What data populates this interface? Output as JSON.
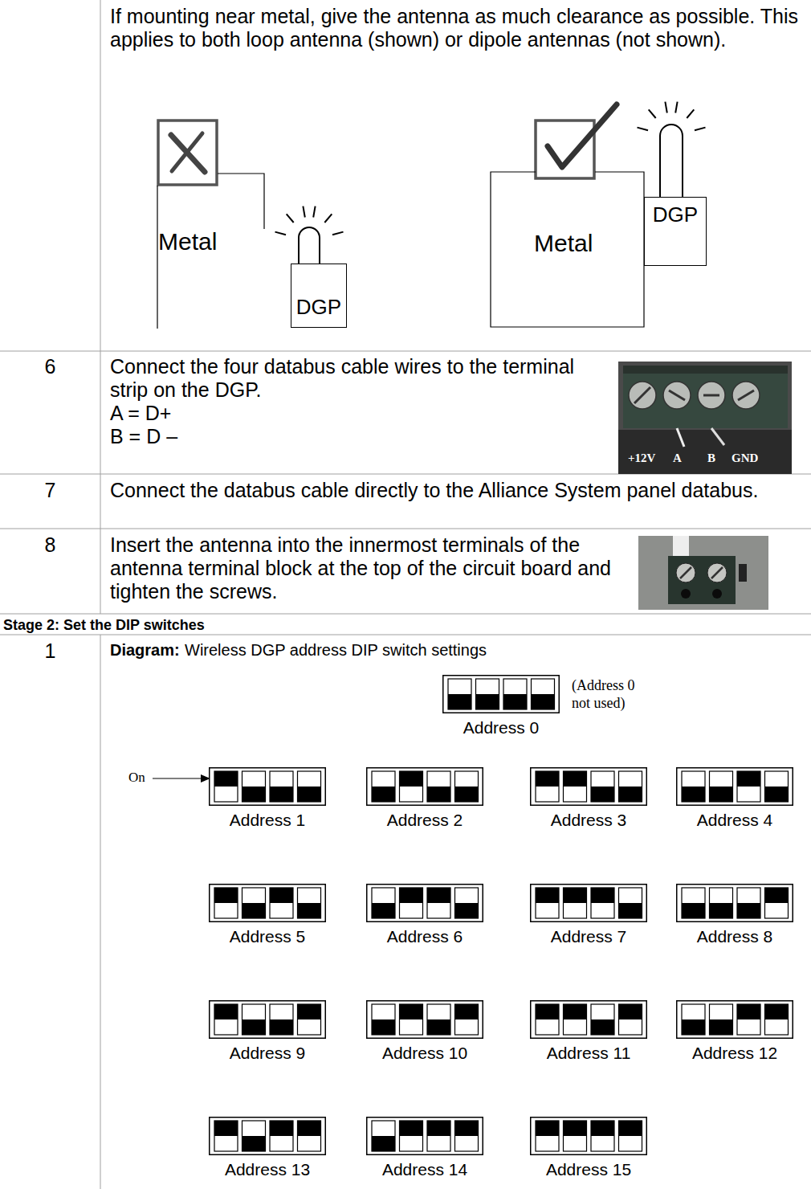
{
  "diagram": {
    "nodes": [
      {
        "text": [
          "Metal"
        ]
      },
      {
        "text": [
          "DGP"
        ]
      },
      {
        "text": [
          "Metal"
        ]
      },
      {
        "text": [
          "DGP"
        ]
      },
      {
        "text": [
          "Address 0"
        ]
      },
      {
        "text": [
          "Address 1"
        ]
      },
      {
        "text": [
          "Address 2"
        ]
      },
      {
        "text": [
          "Address 3"
        ]
      },
      {
        "text": [
          "Address 4"
        ]
      },
      {
        "text": [
          "Address 5"
        ]
      },
      {
        "text": [
          "Address 6"
        ]
      },
      {
        "text": [
          "Address 7"
        ]
      },
      {
        "text": [
          "Address 8"
        ]
      },
      {
        "text": [
          "Address 9"
        ]
      },
      {
        "text": [
          "Address 10"
        ]
      },
      {
        "text": [
          "Address 11"
        ]
      },
      {
        "text": [
          "Address 12"
        ]
      },
      {
        "text": [
          "Address 13"
        ]
      },
      {
        "text": [
          "Address 14"
        ]
      },
      {
        "text": [
          "Address 15"
        ]
      }
    ],
    "labels": [
      "If mounting near metal, give the antenna as much clearance as possible. This applies to both loop antenna (shown) or dipole antennas (not shown).",
      "6",
      "Connect the four databus cable wires to the terminal strip on the DGP.",
      "A = D+",
      "B = D –",
      "+12V",
      "A",
      "B",
      "GND",
      "7",
      "Connect the databus cable directly to the Alliance System panel databus.",
      "8",
      "Insert the antenna into the innermost terminals of the antenna terminal block at the top of the circuit board and tighten the screws.",
      "Stage 2: Set the DIP switches",
      "1",
      "Diagram:",
      "Wireless DGP address DIP switch settings",
      "(Address 0 not used)",
      "On"
    ]
  }
}
